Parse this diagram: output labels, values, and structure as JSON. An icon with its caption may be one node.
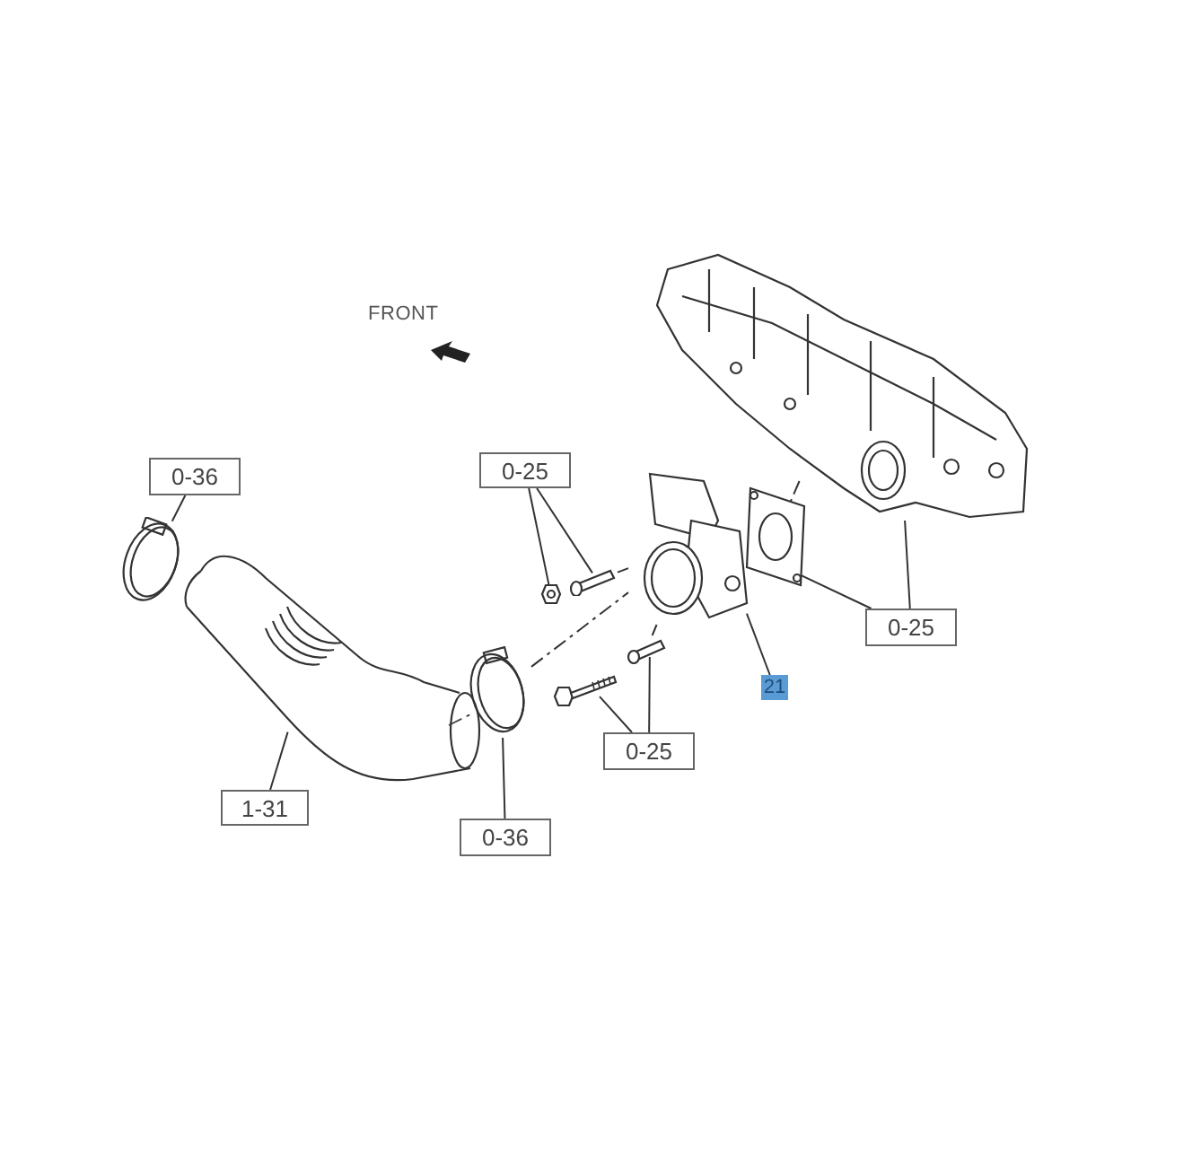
{
  "diagram": {
    "nodes": [
      {
        "text": [
          "0-36"
        ]
      },
      {
        "text": [],
        "shape": "picture"
      },
      {
        "text": [
          "0-25"
        ]
      },
      {
        "text": [],
        "shape": "picture"
      },
      {
        "text": [],
        "shape": "picture"
      },
      {
        "text": [
          "0-25"
        ]
      },
      {
        "text": [],
        "shape": "picture"
      },
      {
        "text": [],
        "shape": "picture"
      },
      {
        "text": [
          "21"
        ]
      },
      {
        "text": [],
        "shape": "picture"
      },
      {
        "text": [
          "0-25"
        ]
      },
      {
        "text": [],
        "shape": "picture"
      },
      {
        "text": [],
        "shape": "picture"
      },
      {
        "text": [
          "0-36"
        ]
      },
      {
        "text": [],
        "shape": "picture"
      },
      {
        "text": [
          "1-31"
        ]
      },
      {
        "text": [],
        "shape": "picture"
      }
    ],
    "edges": [
      {
        "from": 0,
        "to": 1,
        "arrow": "none"
      },
      {
        "from": 2,
        "to": 3,
        "arrow": "none"
      },
      {
        "from": 2,
        "to": 4,
        "arrow": "none"
      },
      {
        "from": 5,
        "to": 6,
        "arrow": "none"
      },
      {
        "from": 5,
        "to": 7,
        "arrow": "none"
      },
      {
        "from": 8,
        "to": 9,
        "arrow": "none"
      },
      {
        "from": 10,
        "to": 11,
        "arrow": "none"
      },
      {
        "from": 10,
        "to": 12,
        "arrow": "none"
      },
      {
        "from": 13,
        "to": 14,
        "arrow": "none"
      },
      {
        "from": 15,
        "to": 16,
        "arrow": "none"
      },
      {
        "from": 14,
        "to": 9,
        "arrow": "none",
        "style": "dashed"
      },
      {
        "from": 4,
        "to": 9,
        "arrow": "none",
        "style": "dashed"
      },
      {
        "from": 12,
        "to": 9,
        "arrow": "none",
        "style": "dashed"
      },
      {
        "from": 6,
        "to": 7,
        "arrow": "none",
        "style": "dashed"
      }
    ],
    "labels": [
      "FRONT"
    ]
  }
}
